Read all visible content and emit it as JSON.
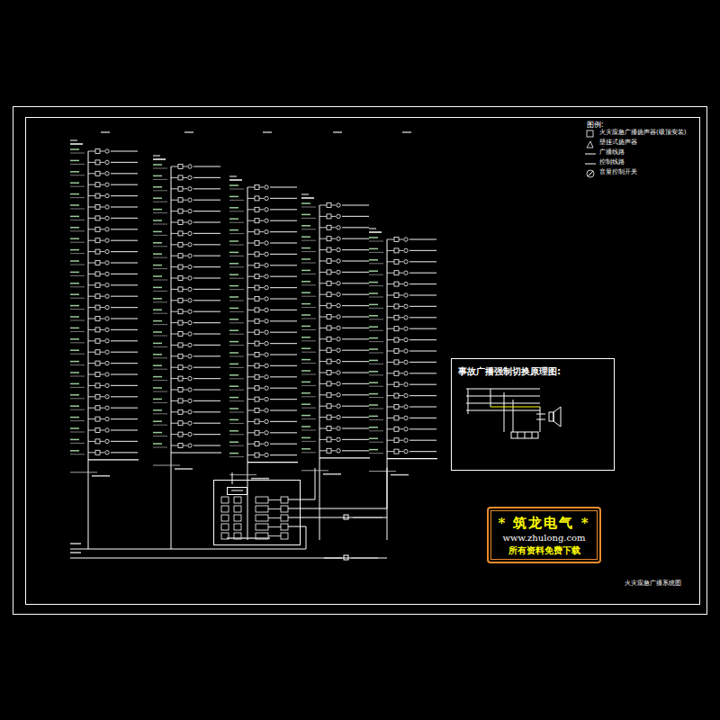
{
  "diagram": {
    "nodes": [
      {
        "text": [
          "事故广播强制切换原理图:"
        ]
      },
      {
        "text": [
          "* 筑龙电气 *",
          "www.zhulong.com",
          "所有资料免费下载"
        ]
      }
    ],
    "labels": [
      "图例:",
      "火灾应急广播系统图"
    ],
    "legend": [
      {
        "text": "火灾应急广播扬声器(吸顶安装)"
      },
      {
        "text": "壁挂式扬声器"
      },
      {
        "text": "广播线路"
      },
      {
        "text": "控制线路"
      },
      {
        "text": "音量控制开关"
      }
    ]
  }
}
